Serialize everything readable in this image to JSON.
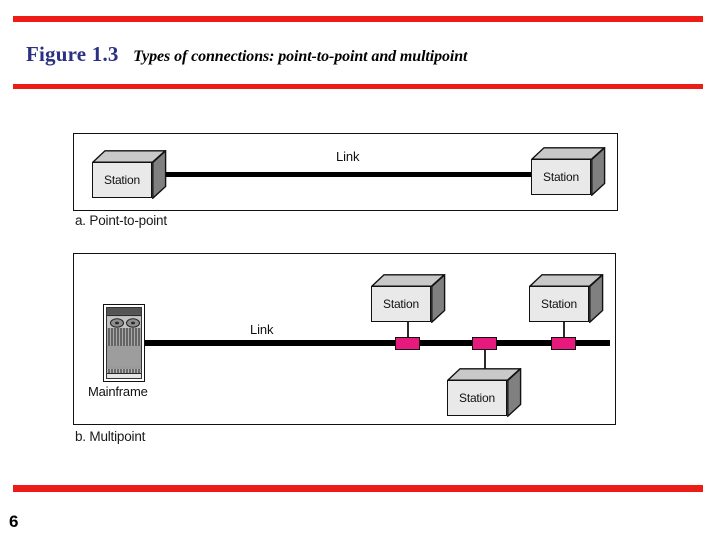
{
  "slide": {
    "page_number": "6",
    "rule_color": "#ed1c16",
    "figure_number": "Figure 1.3",
    "figure_caption": "Types of connections: point-to-point and multipoint",
    "figure_number_color": "#2b3182"
  },
  "diagram": {
    "type": "network-topology",
    "accent_tap_color": "#e8197c",
    "panels": [
      {
        "id": "point-to-point",
        "caption": "a. Point-to-point",
        "link_label": "Link",
        "nodes": [
          {
            "kind": "station",
            "label": "Station",
            "position": "left"
          },
          {
            "kind": "station",
            "label": "Station",
            "position": "right"
          }
        ],
        "taps": 0
      },
      {
        "id": "multipoint",
        "caption": "b. Multipoint",
        "link_label": "Link",
        "nodes": [
          {
            "kind": "mainframe",
            "label": "Mainframe",
            "position": "left"
          },
          {
            "kind": "station",
            "label": "Station",
            "position": "top-1"
          },
          {
            "kind": "station",
            "label": "Station",
            "position": "top-2"
          },
          {
            "kind": "station",
            "label": "Station",
            "position": "bottom-1"
          }
        ],
        "taps": 3
      }
    ]
  }
}
